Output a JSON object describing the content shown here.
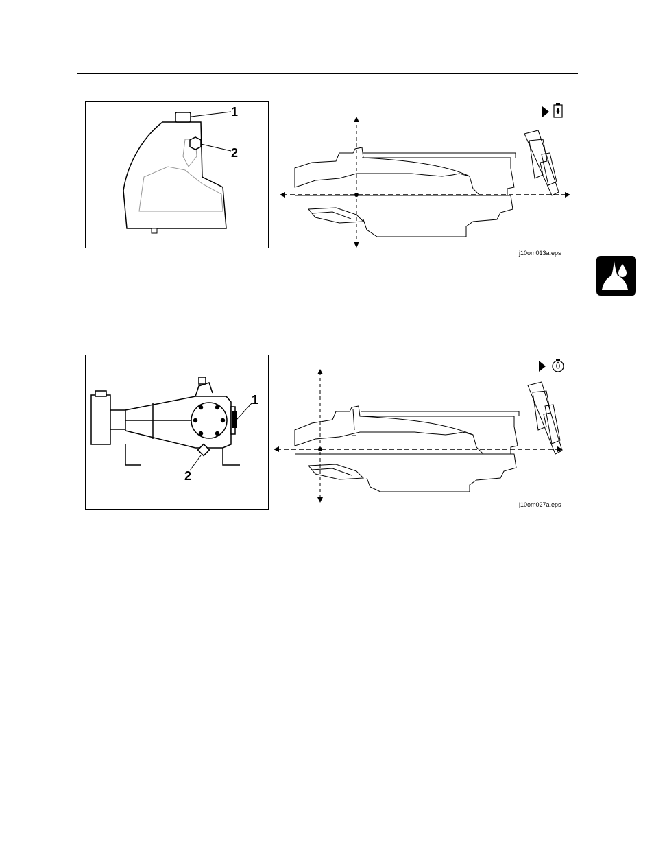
{
  "figures": [
    {
      "callouts": [
        "1",
        "2"
      ],
      "file_ref": "j10om013a.eps",
      "service_icon": "fuel-tank-icon"
    },
    {
      "callouts": [
        "1",
        "2"
      ],
      "file_ref": "j10om027a.eps",
      "service_icon": "engine-oil-icon"
    }
  ],
  "side_tab": {
    "icon": "fluids-drops-icon"
  }
}
